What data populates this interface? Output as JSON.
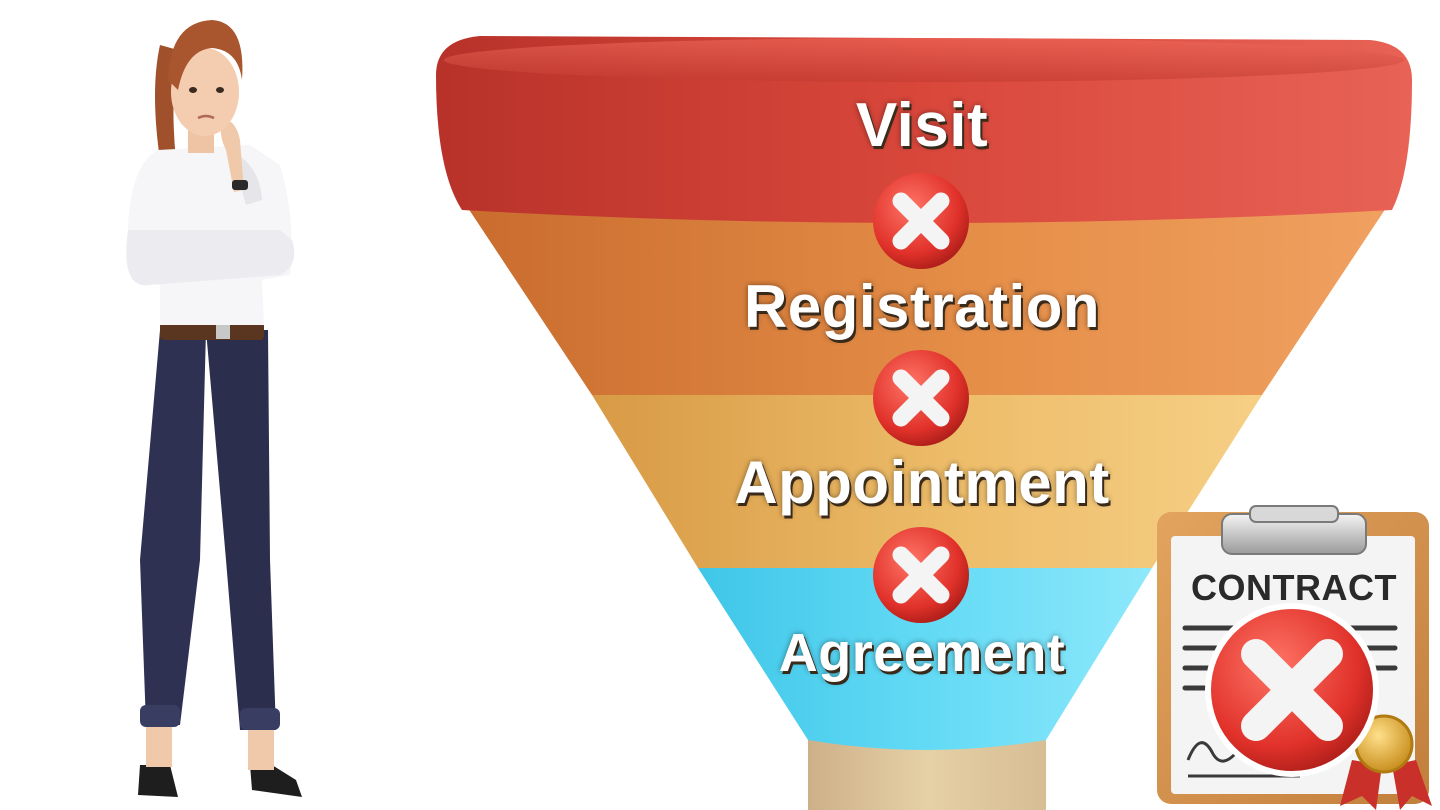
{
  "funnel": {
    "stages": [
      {
        "label": "Visit",
        "color": "#d4463a"
      },
      {
        "label": "Registration",
        "color": "#e08a45"
      },
      {
        "label": "Appointment",
        "color": "#eab765"
      },
      {
        "label": "Agreement",
        "color": "#5dd6f2"
      }
    ],
    "stem_color": "#e2cba1",
    "marker_icon": "x-circle-icon"
  },
  "contract": {
    "title": "CONTRACT",
    "icon": "clipboard-contract-icon",
    "status_icon": "x-circle-icon",
    "seal_icon": "award-ribbon-icon"
  },
  "character": {
    "icon": "thinking-woman-illustration"
  }
}
